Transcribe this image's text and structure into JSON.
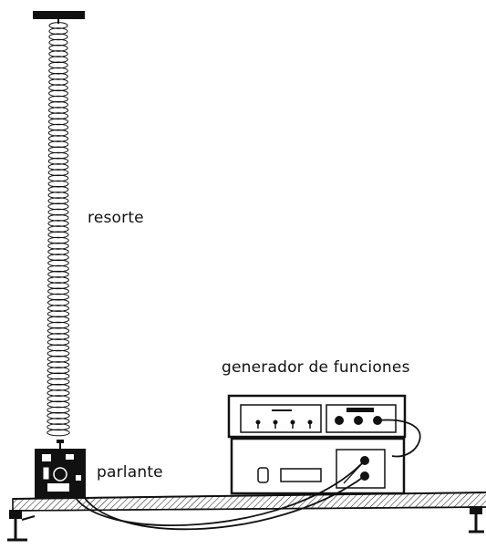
{
  "labels": {
    "spring": "resorte",
    "generator": "generador de funciones",
    "speaker": "parlante"
  },
  "colors": {
    "ink": "#111111",
    "paper": "#ffffff"
  }
}
